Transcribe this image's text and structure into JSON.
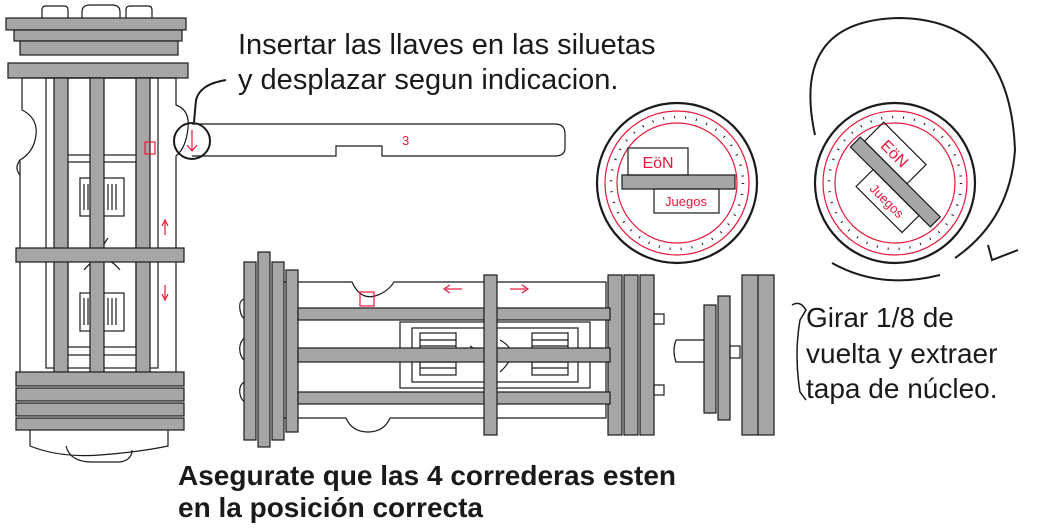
{
  "instructions": {
    "step_keys_line1": "Insertar las llaves en las siluetas",
    "step_keys_line2": "y desplazar segun indicacion.",
    "step_rotate_line1": "Girar 1/8 de",
    "step_rotate_line2": "vuelta y extraer",
    "step_rotate_line3": "tapa de núcleo.",
    "caption_line1": "Asegurate que las 4 correderas esten",
    "caption_line2": "en la posición correcta"
  },
  "labels": {
    "key_number": "3",
    "logo_top": "EöN",
    "logo_bottom": "Juegos"
  },
  "colors": {
    "accent": "#e8173a",
    "part_gray": "#a6a6a6",
    "outline": "#1a1a1a"
  }
}
